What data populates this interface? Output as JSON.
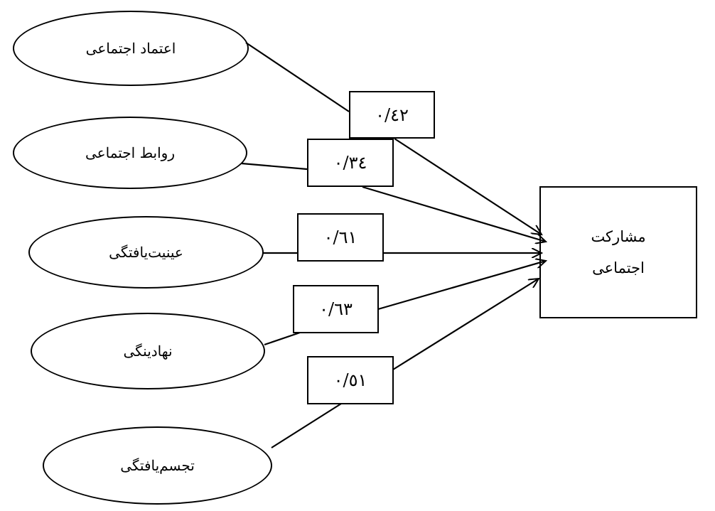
{
  "diagram": {
    "target": {
      "line1": "مشارکت",
      "line2": "اجتماعی"
    },
    "factors": [
      {
        "label": "اعتماد اجتماعی",
        "coefficient": "٠/٤٢"
      },
      {
        "label": "روابط اجتماعی",
        "coefficient": "٠/٣٤"
      },
      {
        "label": "عینیت‌یافتگی",
        "coefficient": "٠/٦١"
      },
      {
        "label": "نهادینگی",
        "coefficient": "٠/٦٣"
      },
      {
        "label": "تجسم‌یافتگی",
        "coefficient": "٠/٥١"
      }
    ]
  }
}
